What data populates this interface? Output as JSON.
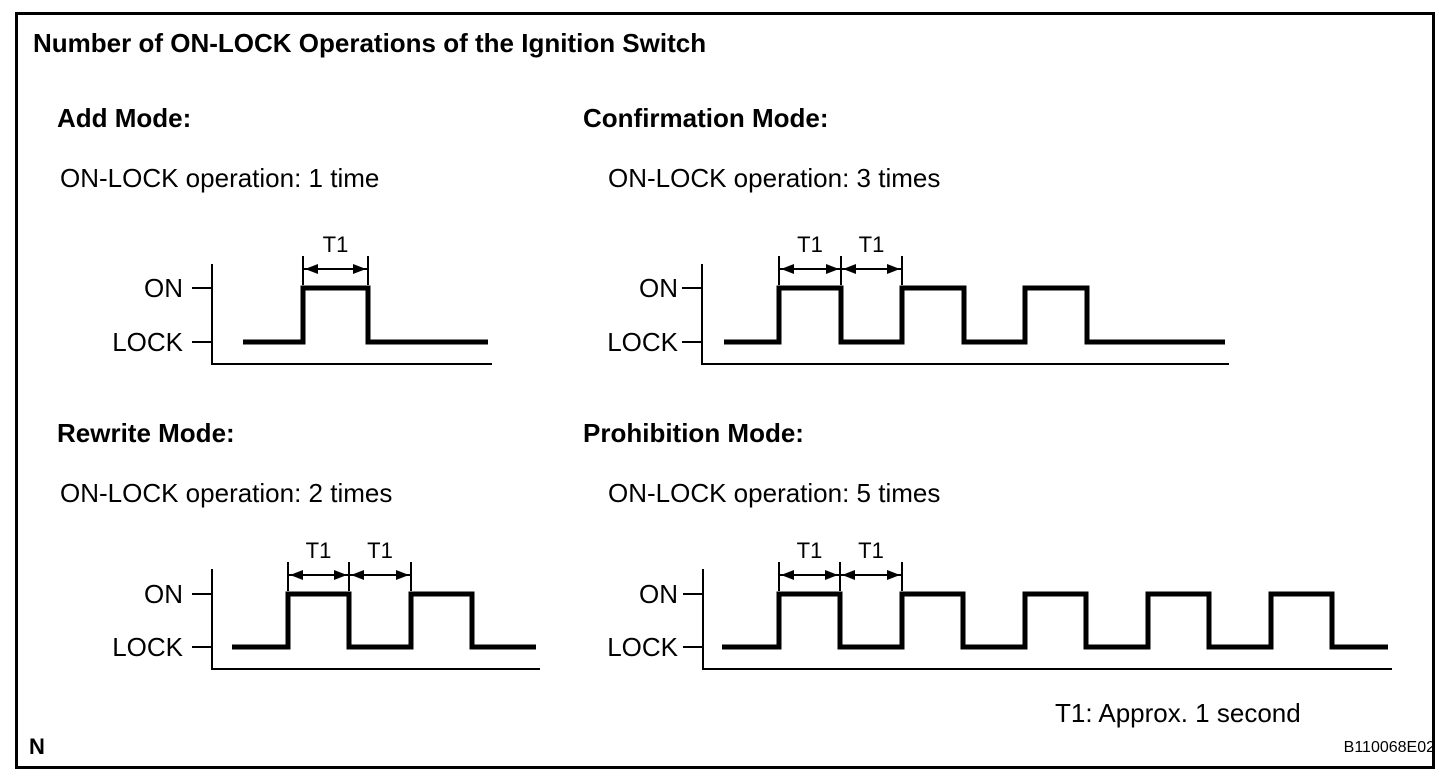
{
  "title": "Number of ON-LOCK Operations of the Ignition Switch",
  "modes": [
    {
      "name": "Add Mode:",
      "operation": "ON-LOCK operation: 1 time",
      "pulses": 1,
      "t1_labels": [
        "T1"
      ]
    },
    {
      "name": "Confirmation Mode:",
      "operation": "ON-LOCK operation: 3 times",
      "pulses": 3,
      "t1_labels": [
        "T1",
        "T1"
      ]
    },
    {
      "name": "Rewrite Mode:",
      "operation": "ON-LOCK operation: 2 times",
      "pulses": 2,
      "t1_labels": [
        "T1",
        "T1"
      ]
    },
    {
      "name": "Prohibition Mode:",
      "operation": "ON-LOCK operation: 5 times",
      "pulses": 5,
      "t1_labels": [
        "T1",
        "T1"
      ]
    }
  ],
  "signal_levels": {
    "on": "ON",
    "lock": "LOCK"
  },
  "footnote": "T1: Approx. 1 second",
  "page_marker": "N",
  "figure_code": "B110068E02",
  "colors": {
    "line": "#000000",
    "background": "#ffffff"
  }
}
